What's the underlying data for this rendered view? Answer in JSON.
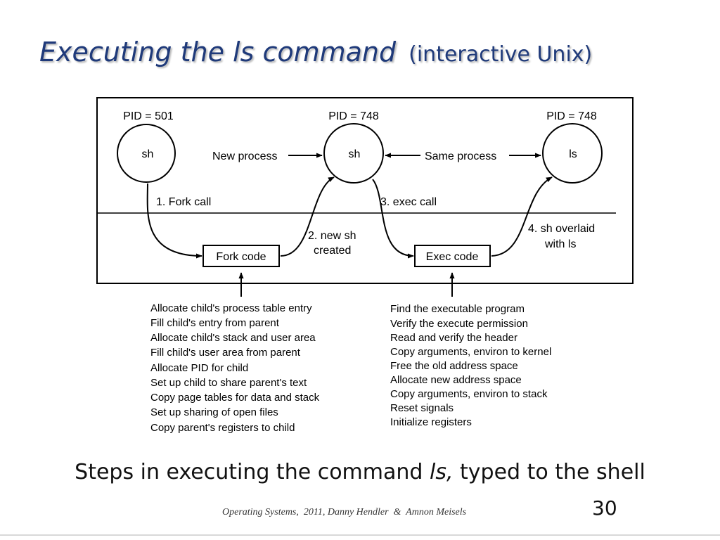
{
  "slide": {
    "title_main": "Executing the ls command",
    "title_sub": "(interactive Unix)",
    "caption_before": "Steps in executing the command ",
    "caption_italic": "ls,",
    "caption_after": " typed to the shell",
    "footer": "Operating Systems,  2011, Danny Hendler  &  Amnon Meisels",
    "page_number": "30",
    "title_color": "#1f3a7a"
  },
  "diagram": {
    "processes": [
      {
        "pid": "PID = 501",
        "name": "sh"
      },
      {
        "pid": "PID = 748",
        "name": "sh"
      },
      {
        "pid": "PID = 748",
        "name": "ls"
      }
    ],
    "relations": {
      "new_process": "New process",
      "same_process": "Same process"
    },
    "steps": {
      "fork_call": "1. Fork call",
      "new_sh_line1": "2. new sh",
      "new_sh_line2": "created",
      "exec_call": "3. exec call",
      "overlaid_line1": "4. sh overlaid",
      "overlaid_line2": "with ls"
    },
    "boxes": {
      "fork_code": "Fork code",
      "exec_code": "Exec code"
    },
    "fork_steps": [
      "Allocate child's process table entry",
      "Fill child's entry from parent",
      "Allocate child's stack and user area",
      "Fill child's user area from parent",
      "Allocate PID for child",
      "Set up child to share parent's text",
      "Copy page tables for data and stack",
      "Set up sharing of open files",
      "Copy parent's registers to child"
    ],
    "exec_steps": [
      "Find the executable program",
      "Verify the execute permission",
      "Read and verify the header",
      "Copy arguments, environ to kernel",
      "Free the old address space",
      "Allocate new address space",
      "Copy arguments, environ to stack",
      "Reset signals",
      "Initialize registers"
    ]
  }
}
